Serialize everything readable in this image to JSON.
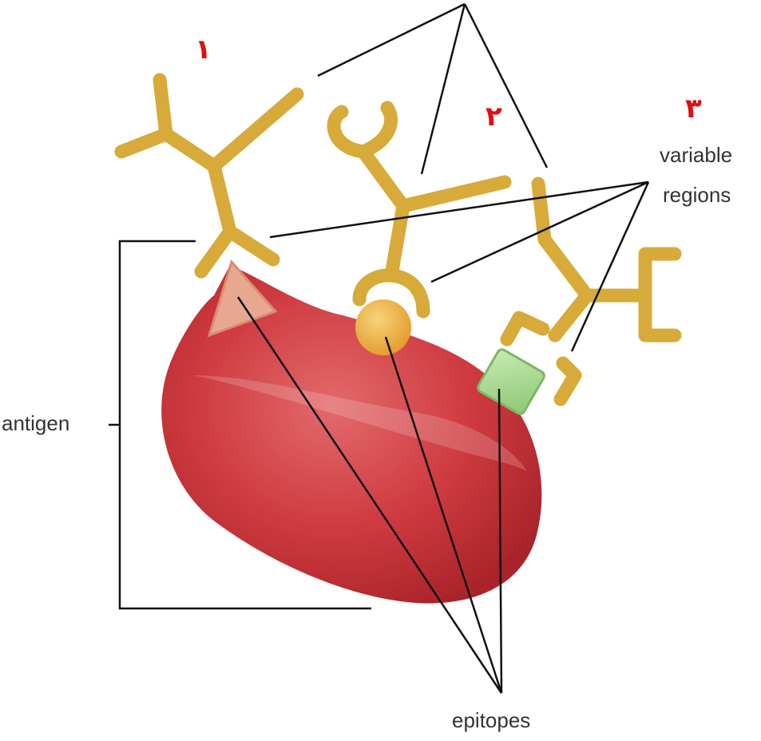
{
  "labels": {
    "variable_regions_line1": "variable",
    "variable_regions_line2": "regions",
    "antigen": "antigen",
    "epitopes": "epitopes"
  },
  "numbers": {
    "n1": "١",
    "n2": "٢",
    "n3": "٣"
  },
  "colors": {
    "antibody": "#d7aa3a",
    "antigen": "#c8343a",
    "epitope_1": "#e8a890",
    "epitope_2": "#e9b23a",
    "epitope_3": "#a8d590",
    "leader_lines": "#111111",
    "number_red": "#e01010"
  }
}
